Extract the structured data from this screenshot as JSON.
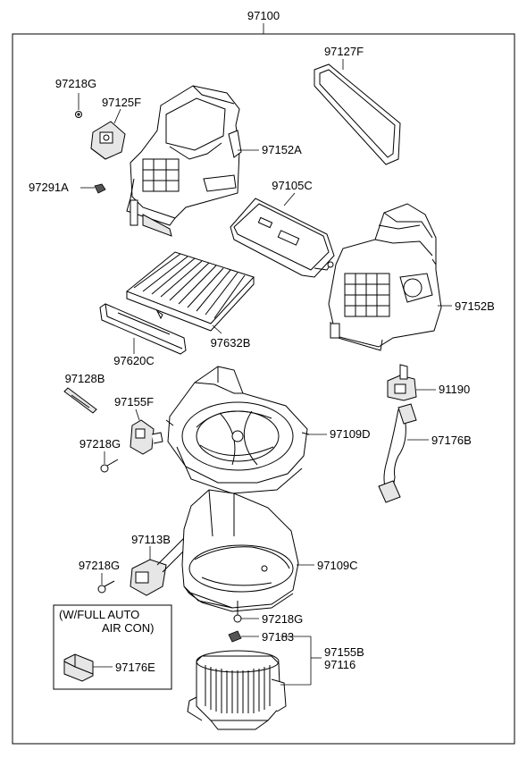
{
  "assembly_number": "97100",
  "note": {
    "line1": "(W/FULL AUTO",
    "line2": "AIR CON)"
  },
  "labels": {
    "p97127F": "97127F",
    "p97218G_top": "97218G",
    "p97125F": "97125F",
    "p97152A": "97152A",
    "p97291A": "97291A",
    "p97105C": "97105C",
    "p97152B": "97152B",
    "p97632B": "97632B",
    "p97620C": "97620C",
    "p97128B": "97128B",
    "p97155F": "97155F",
    "p91190": "91190",
    "p97218G_mid": "97218G",
    "p97109D": "97109D",
    "p97176B": "97176B",
    "p97113B": "97113B",
    "p97218G_low": "97218G",
    "p97109C": "97109C",
    "p97218G_bottom": "97218G",
    "p97183": "97183",
    "p97155B": "97155B",
    "p97116": "97116",
    "p97176E": "97176E"
  }
}
